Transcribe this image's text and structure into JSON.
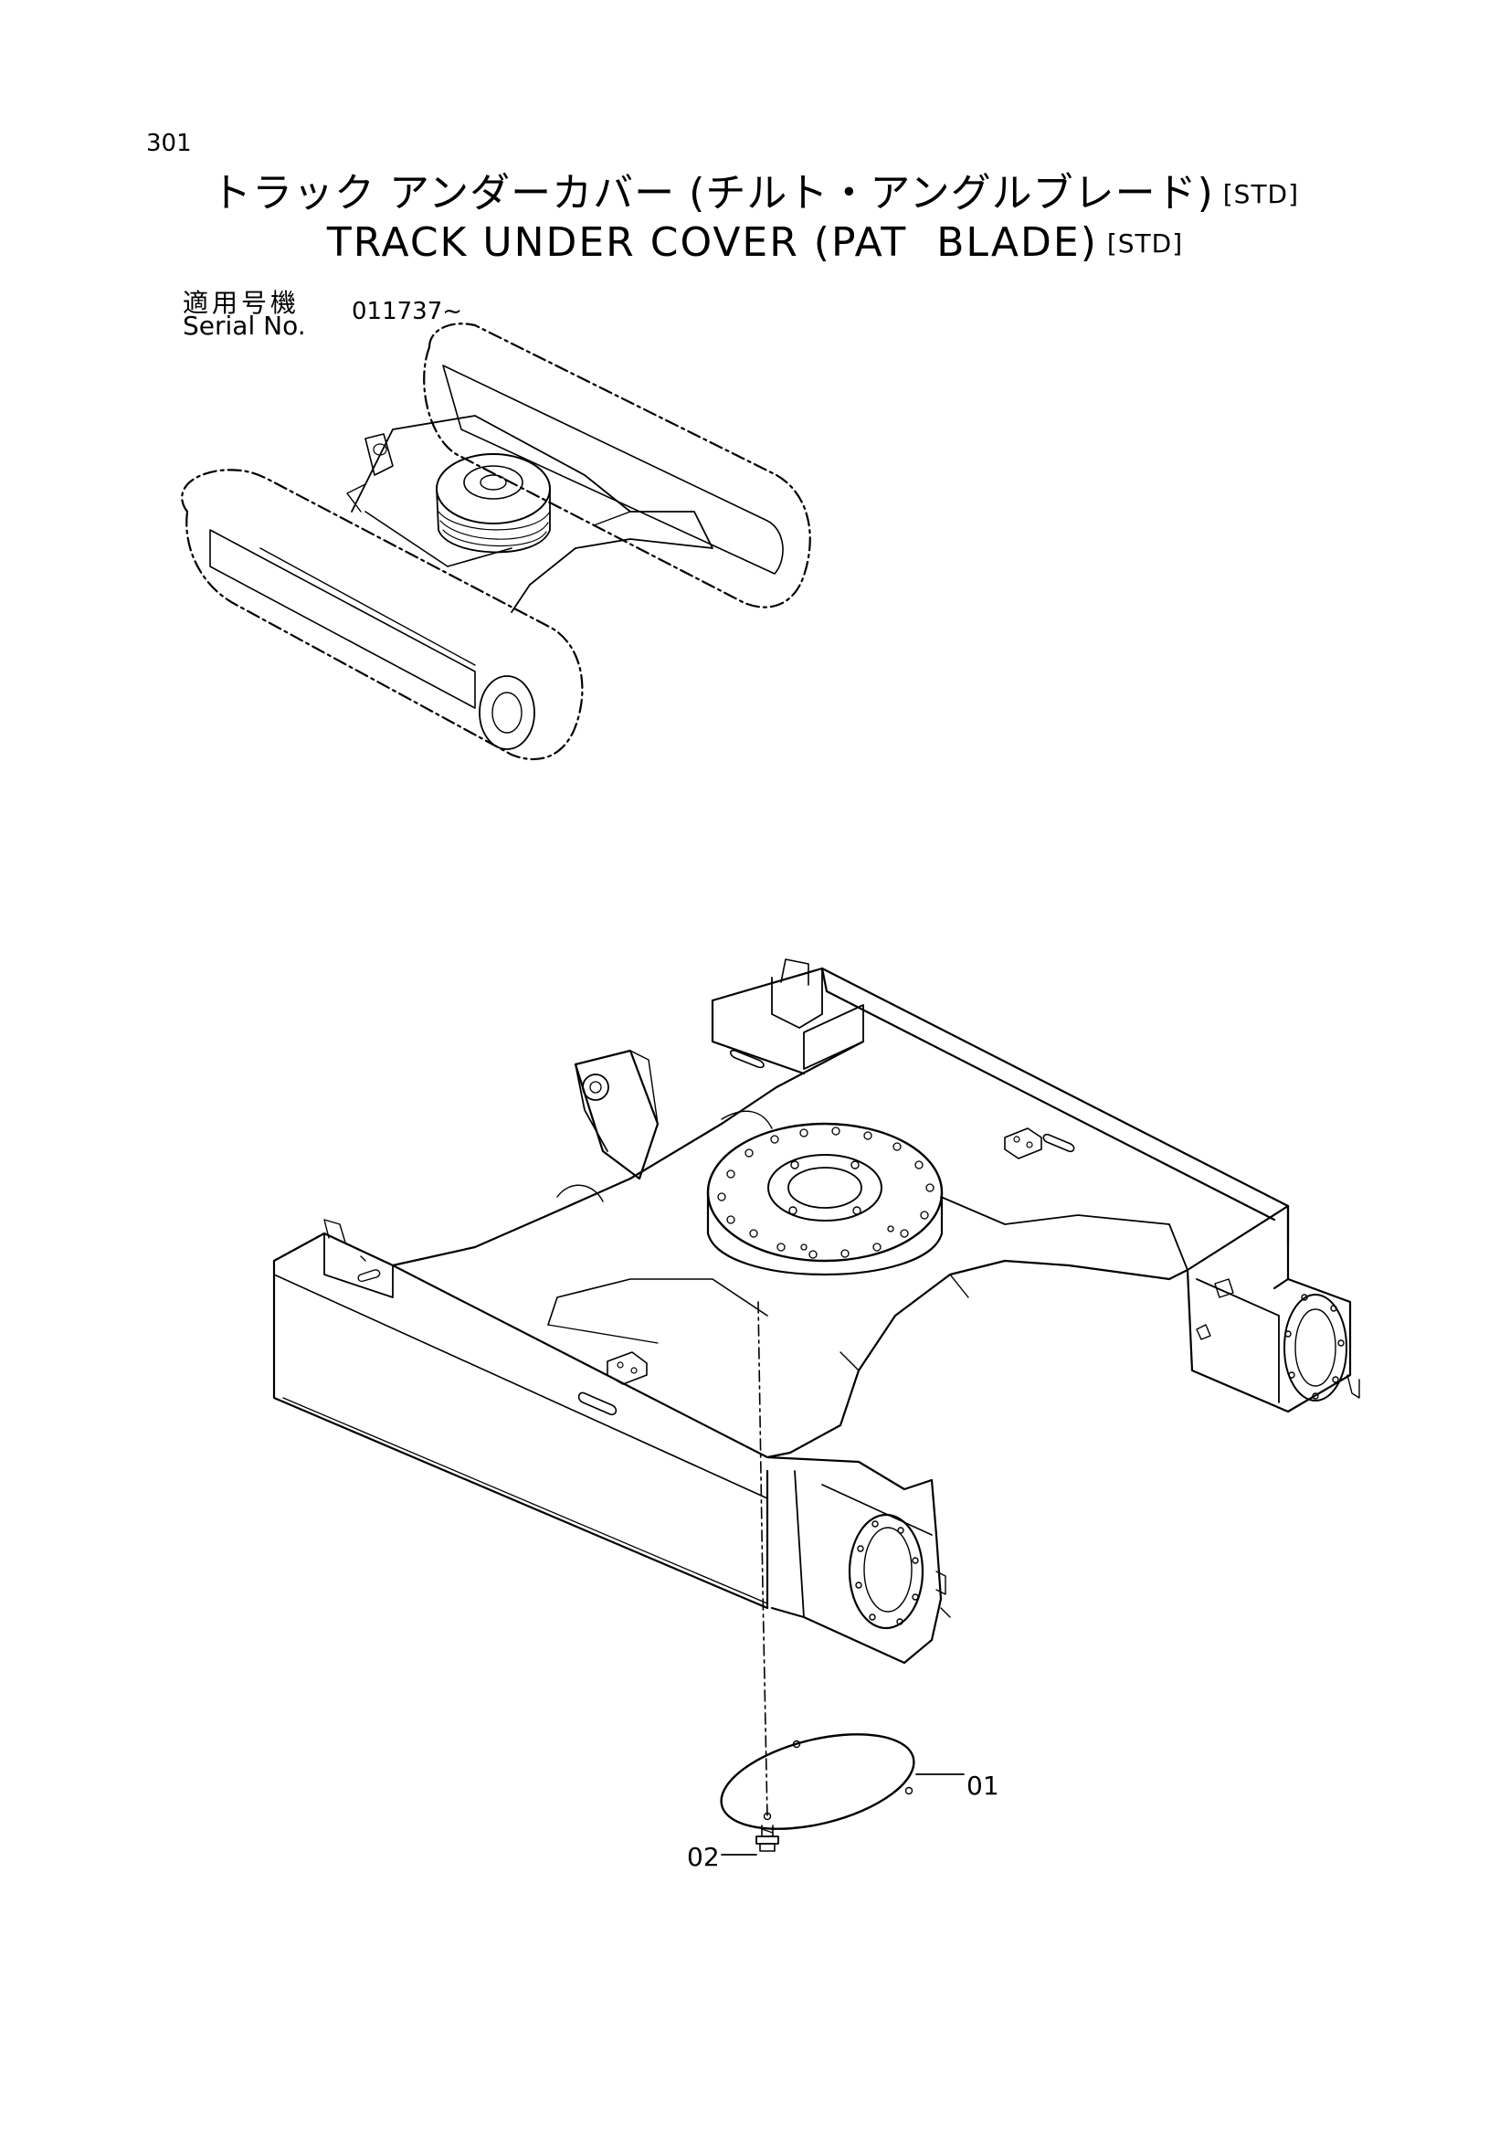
{
  "page_number": "301",
  "title": {
    "japanese": "トラック アンダーカバー (チルト・アングルブレード)",
    "english": "TRACK UNDER COVER (PAT  BLADE)",
    "std_tag": "[STD]"
  },
  "serial": {
    "label_jp": "適用号機",
    "label_en": "Serial No.",
    "value": "011737~"
  },
  "callouts": [
    {
      "id": "01"
    },
    {
      "id": "02"
    }
  ]
}
